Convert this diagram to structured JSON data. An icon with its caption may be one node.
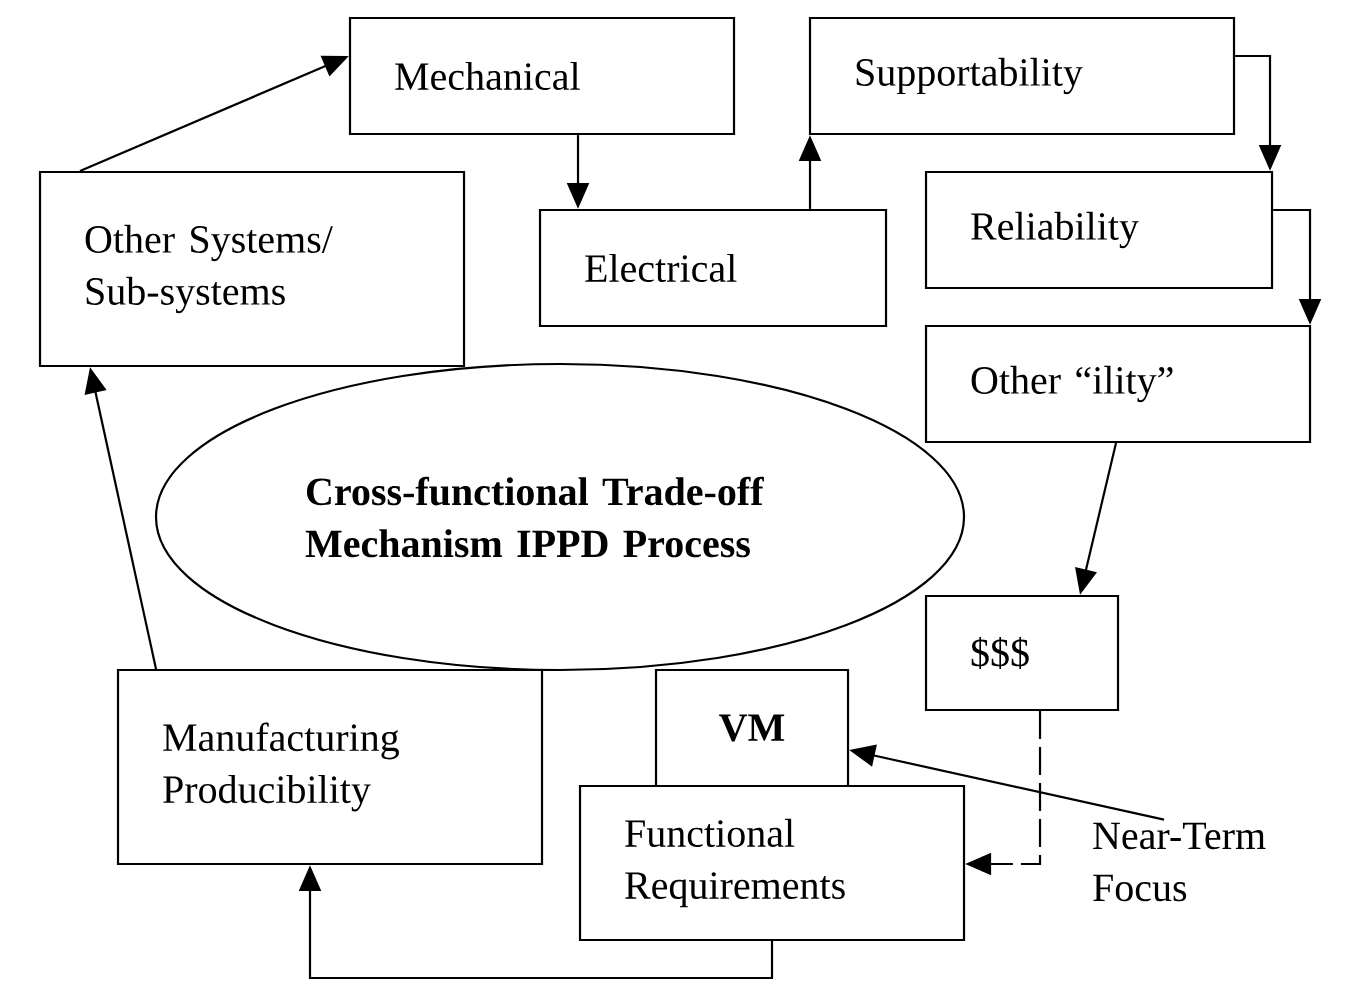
{
  "diagram": {
    "nodes": [
      {
        "text": [
          "Mechanical"
        ]
      },
      {
        "text": [
          "Supportability"
        ]
      },
      {
        "text": [
          "Other Systems/ Sub-systems"
        ]
      },
      {
        "text": [
          "Electrical"
        ]
      },
      {
        "text": [
          "Reliability"
        ]
      },
      {
        "text": [
          "Other “ility”"
        ]
      },
      {
        "text": [
          "Cross-functional Trade-off Mechanism IPPD Process"
        ]
      },
      {
        "text": [
          "$$$"
        ]
      },
      {
        "text": [
          "Manufacturing Producibility"
        ]
      },
      {
        "text": [
          "VM"
        ]
      },
      {
        "text": [
          "Functional Requirements"
        ]
      },
      {
        "text": [
          "Near-Term Focus"
        ]
      }
    ],
    "edges": [
      {
        "from": 2,
        "to": 0,
        "arrow": "to"
      },
      {
        "from": 0,
        "to": 3,
        "arrow": "to"
      },
      {
        "from": 3,
        "to": 1,
        "arrow": "to"
      },
      {
        "from": 1,
        "to": 4,
        "arrow": "to"
      },
      {
        "from": 4,
        "to": 5,
        "arrow": "to"
      },
      {
        "from": 5,
        "to": 7,
        "arrow": "to"
      },
      {
        "from": 7,
        "to": 10,
        "arrow": "to",
        "style": "dashed"
      },
      {
        "from": 11,
        "to": 9,
        "arrow": "to"
      },
      {
        "from": 10,
        "to": 8,
        "arrow": "to"
      },
      {
        "from": 8,
        "to": 2,
        "arrow": "to"
      }
    ]
  }
}
